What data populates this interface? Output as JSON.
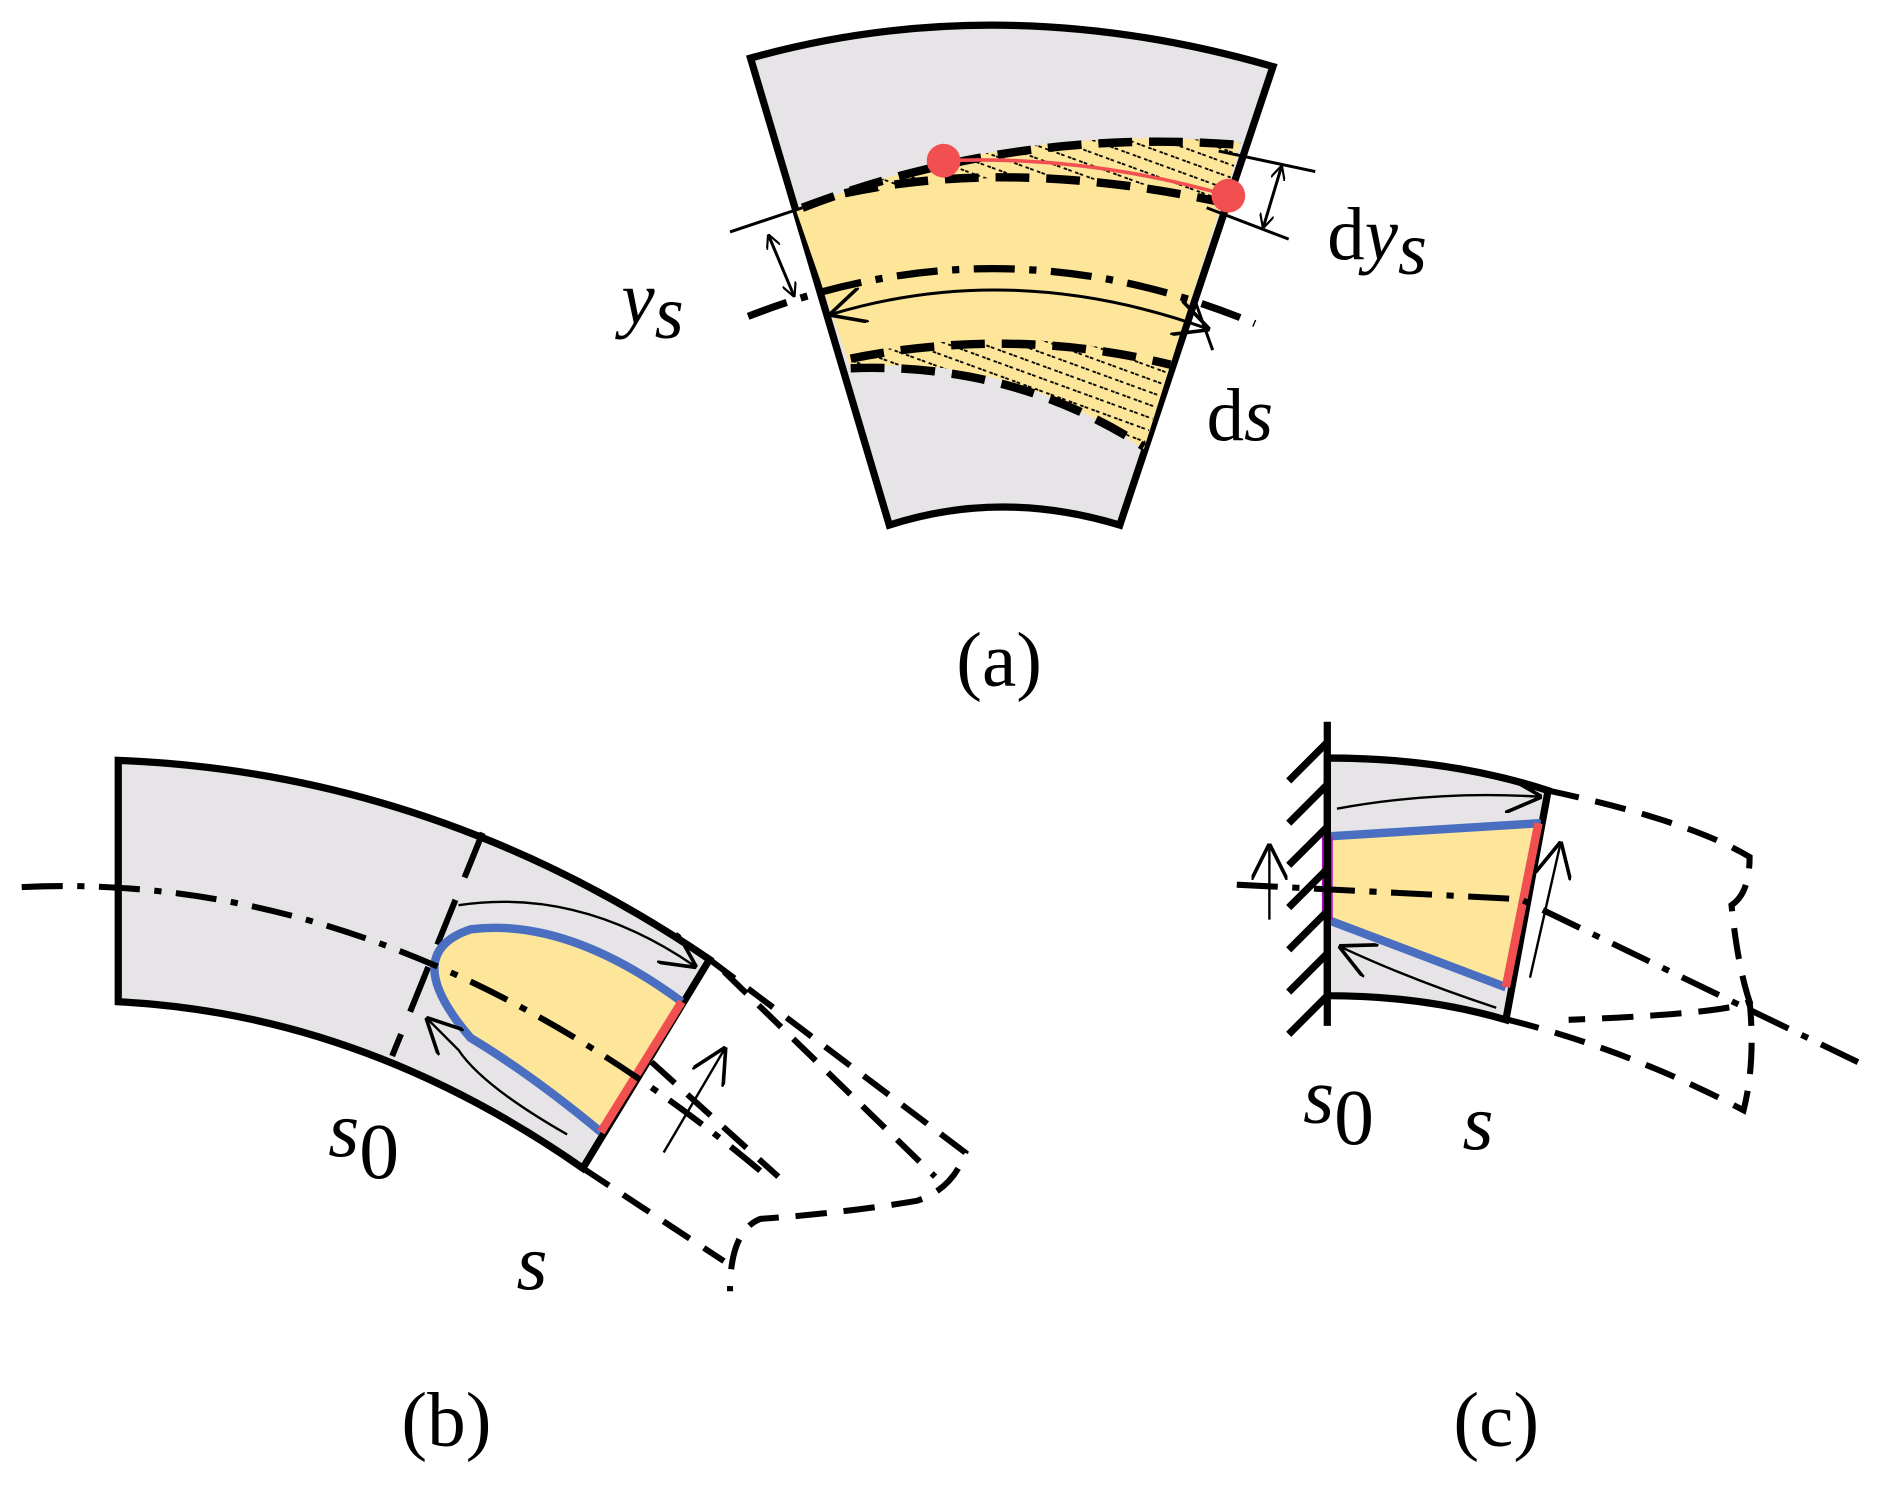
{
  "colors": {
    "gray": "#e6e4e6",
    "yellow": "#fde69a",
    "red": "#f25050",
    "blue": "#4a6fc0",
    "magenta": "#b010c0",
    "black": "#000000"
  },
  "panel_a": {
    "caption": "(a)",
    "label_dys_d": "d",
    "label_dys_y": "y",
    "label_dys_s": "s",
    "label_ys_y": "y",
    "label_ys_s": "s",
    "label_ds_d": "d",
    "label_ds_s": "s"
  },
  "panel_b": {
    "caption": "(b)",
    "label_s0_s": "s",
    "label_s0_sub": "0",
    "label_s": "s"
  },
  "panel_c": {
    "caption": "(c)",
    "label_s0_s": "s",
    "label_s0_sub": "0",
    "label_s": "s"
  }
}
